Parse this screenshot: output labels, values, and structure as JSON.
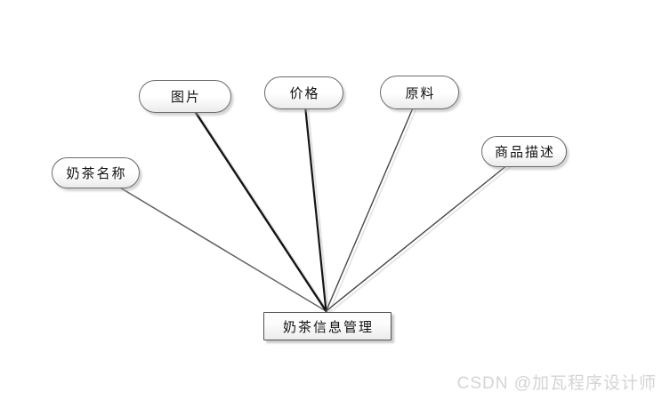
{
  "diagram": {
    "type": "use-case-attribute-diagram",
    "center_node": {
      "label": "奶茶信息管理"
    },
    "attribute_nodes": [
      {
        "id": "milk-tea-name",
        "label": "奶茶名称"
      },
      {
        "id": "image",
        "label": "图片"
      },
      {
        "id": "price",
        "label": "价格"
      },
      {
        "id": "ingredients",
        "label": "原料"
      },
      {
        "id": "product-description",
        "label": "商品描述"
      }
    ],
    "edges": [
      {
        "from": "奶茶名称",
        "to": "奶茶信息管理"
      },
      {
        "from": "图片",
        "to": "奶茶信息管理"
      },
      {
        "from": "价格",
        "to": "奶茶信息管理"
      },
      {
        "from": "原料",
        "to": "奶茶信息管理"
      },
      {
        "from": "商品描述",
        "to": "奶茶信息管理"
      }
    ]
  },
  "watermark": {
    "text": "CSDN @加瓦程序设计师"
  },
  "colors": {
    "background": "#ffffff",
    "node_border": "#6a6a6a",
    "center_node_border": "#525252",
    "connector_dark": "#141414",
    "connector_gray": "#474747",
    "connector_shadow": "#e4e4e4",
    "watermark_text": "#d4d4d4"
  }
}
